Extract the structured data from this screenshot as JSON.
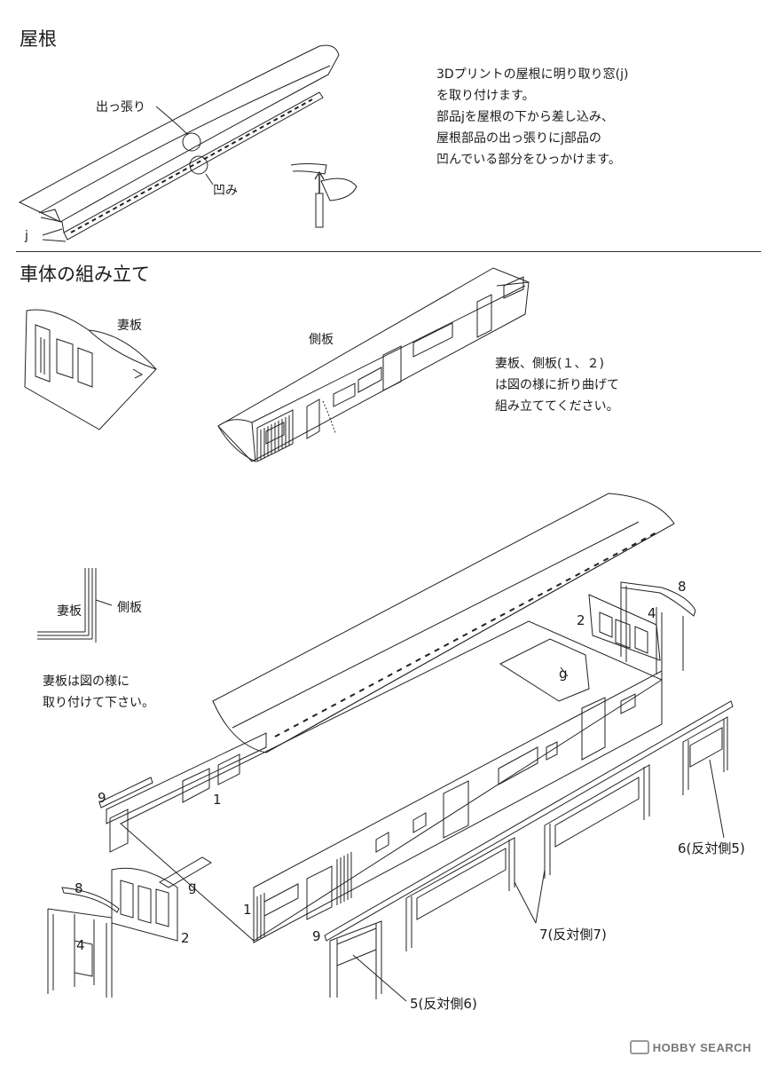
{
  "roof_section": {
    "heading": "屋根",
    "instructions": [
      "3Dプリントの屋根に明り取り窓(j)",
      "を取り付けます。",
      "部品jを屋根の下から差し込み、",
      "屋根部品の出っ張りにj部品の",
      "凹んでいる部分をひっかけます。"
    ],
    "label_protrusion": "出っ張り",
    "label_recess": "凹み",
    "label_j": "j"
  },
  "body_section": {
    "heading": "車体の組み立て",
    "label_end_panel": "妻板",
    "label_side_panel": "側板",
    "instructions": [
      "妻板、側板(１、２)",
      "は図の様に折り曲げて",
      "組み立ててください。"
    ]
  },
  "detail_inset": {
    "label_end_panel": "妻板",
    "label_side_panel": "側板",
    "instructions": [
      "妻板は図の様に",
      "取り付けて下さい。"
    ]
  },
  "part_labels": {
    "p1_upper": "1",
    "p1_lower": "1",
    "p2_right": "2",
    "p2_left": "2",
    "p4_right": "4",
    "p4_left": "4",
    "p5": "5(反対側6)",
    "p6": "6(反対側5)",
    "p7": "7(反対側7)",
    "p8_right": "8",
    "p8_left": "8",
    "p9_upper": "9",
    "p9_lower": "9",
    "g_right": "g",
    "g_left": "g"
  },
  "watermark": "HOBBY SEARCH",
  "colors": {
    "ink": "#1a1a1a",
    "watermark": "#777777"
  }
}
